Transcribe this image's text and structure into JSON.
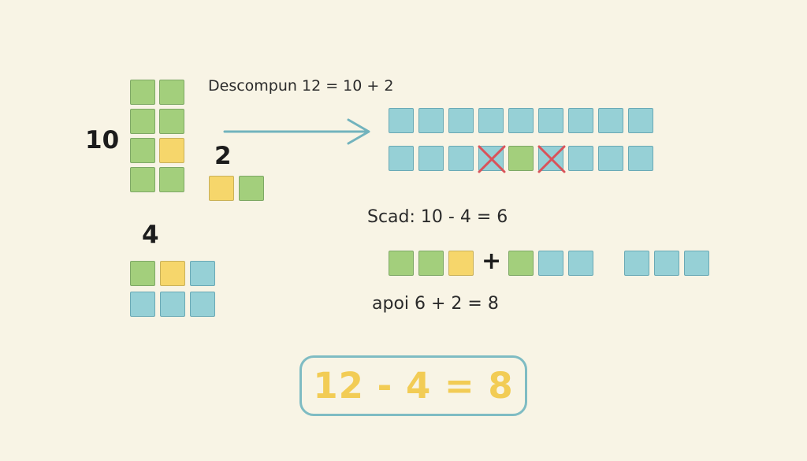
{
  "colors": {
    "green": "#a3cf7c",
    "yellow": "#f6d66b",
    "blue": "#96d0d6",
    "cross": "#d9535a",
    "arrow": "#72b3bd",
    "result": "#f2cc55",
    "background": "#f8f4e5"
  },
  "labels": {
    "ten": "10",
    "two": "2",
    "four": "4",
    "decompose": "Descompun 12 = 10 + 2",
    "subtract": "Scad: 10 - 4 = 6",
    "then": "apoi 6 + 2 = 8",
    "plus": "+",
    "result": "12 - 4 = 8"
  },
  "groups": {
    "ten_block": [
      "green",
      "green",
      "green",
      "green",
      "green",
      "yellow",
      "green",
      "green"
    ],
    "two_block": [
      "yellow",
      "green"
    ],
    "four_block": [
      "green",
      "yellow",
      "blue",
      "blue",
      "blue",
      "blue"
    ],
    "top_row": [
      "blue",
      "blue",
      "blue",
      "blue",
      "blue",
      "blue",
      "blue",
      "blue",
      "blue"
    ],
    "mid_row": [
      "blue",
      "blue",
      "blue",
      "blue",
      "green",
      "blue",
      "blue",
      "blue",
      "blue"
    ],
    "mid_row_crossed": [
      3,
      5
    ],
    "bottom_left": [
      "green",
      "green",
      "yellow"
    ],
    "bottom_mid": [
      "green",
      "blue",
      "blue"
    ],
    "bottom_right": [
      "blue",
      "blue",
      "blue"
    ]
  }
}
